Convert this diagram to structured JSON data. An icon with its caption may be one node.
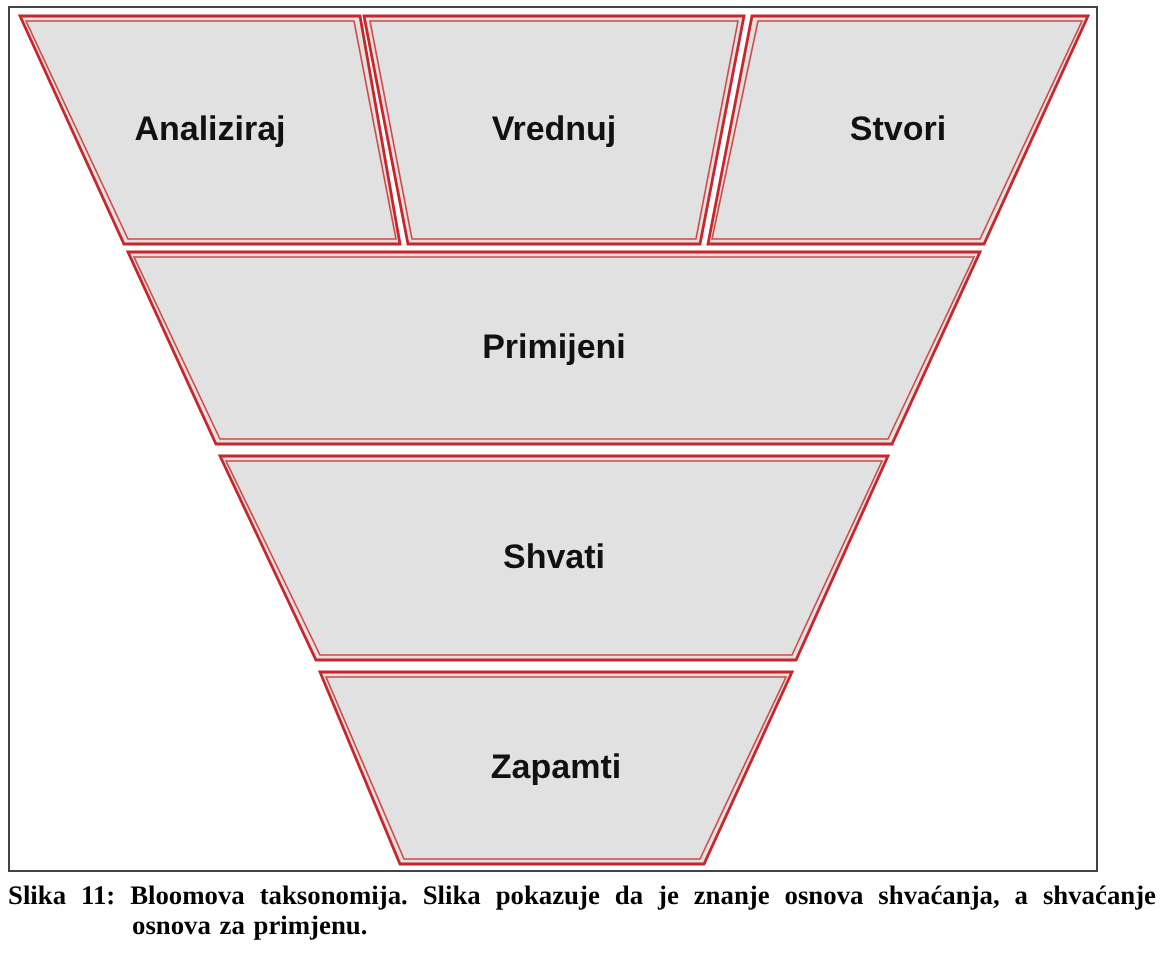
{
  "diagram": {
    "caption": "Slika 11: Bloomova taksonomija.  Slika pokazuje da je znanje osnova shvaćanja, a shvaćanje osnova za primjenu.",
    "nodes": [
      {
        "text": [
          "Analiziraj"
        ]
      },
      {
        "text": [
          "Vrednuj"
        ]
      },
      {
        "text": [
          "Stvori"
        ]
      },
      {
        "text": [
          "Primijeni"
        ]
      },
      {
        "text": [
          "Shvati"
        ]
      },
      {
        "text": [
          "Zapamti"
        ]
      }
    ]
  }
}
